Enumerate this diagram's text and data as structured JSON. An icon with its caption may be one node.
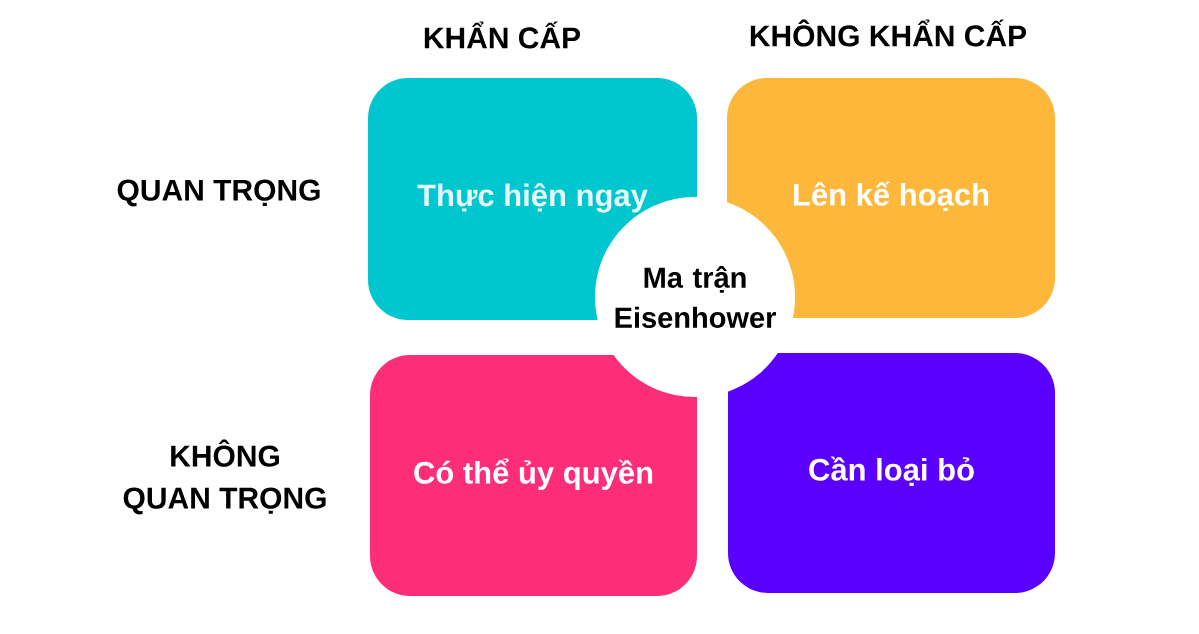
{
  "diagram": {
    "nodes": [
      {
        "text": [
          "Thực hiện ngay"
        ]
      },
      {
        "text": [
          "Lên kế hoạch"
        ]
      },
      {
        "text": [
          "Ma trận Eisenhower"
        ]
      },
      {
        "text": [
          "Có thể ủy quyền"
        ]
      },
      {
        "text": [
          "Cần loại bỏ"
        ]
      }
    ],
    "labels": [
      "KHẨN CẤP",
      "KHÔNG KHẨN CẤP",
      "QUAN TRỌNG",
      "KHÔNG QUAN TRỌNG"
    ]
  }
}
